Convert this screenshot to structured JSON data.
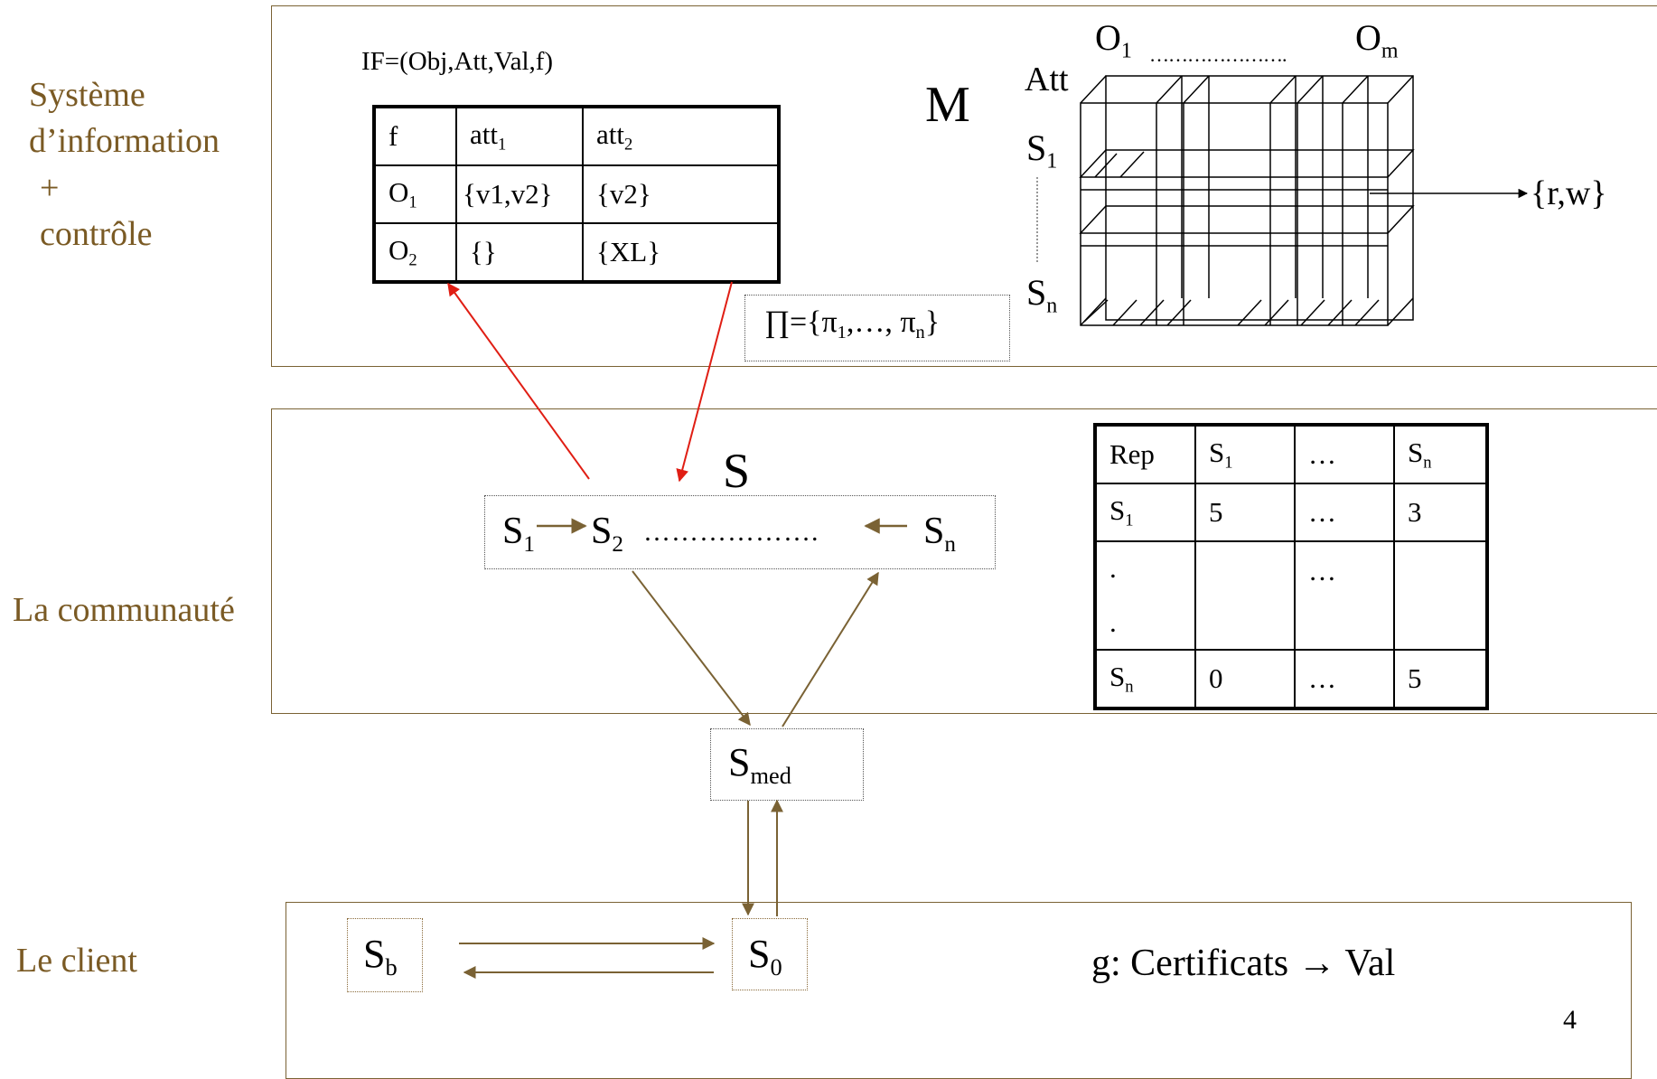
{
  "side_labels": {
    "system_line1": "Système",
    "system_line2": "d’information",
    "system_line3": "+",
    "system_line4": "contrôle",
    "community": "La communauté",
    "client": "Le client"
  },
  "info_system": {
    "if_label": "IF=(Obj,Att,Val,f)",
    "table_headers": [
      "f",
      "att",
      "att"
    ],
    "header_subs": [
      "",
      "1",
      "2"
    ],
    "rows": [
      {
        "obj": "O",
        "obj_sub": "1",
        "c1": "{v1,v2}",
        "c2": "{v2}"
      },
      {
        "obj": "O",
        "obj_sub": "2",
        "c1": "{}",
        "c2": "{XL}"
      }
    ],
    "m_label": "M",
    "att_label": "Att",
    "o1": "O",
    "o1_sub": "1",
    "om": "O",
    "om_sub": "m",
    "o_dots": "………………….",
    "s1": "S",
    "s1_sub": "1",
    "sn": "S",
    "sn_sub": "n",
    "rw_label": "{r,w}",
    "pi_main": "∏={π",
    "pi_sub1": "1",
    "pi_mid": ",…, π",
    "pi_sub2": "n",
    "pi_end": "}"
  },
  "community": {
    "s_label": "S",
    "s1": "S",
    "s1_sub": "1",
    "s2": "S",
    "s2_sub": "2",
    "dots": "……………….",
    "sn": "S",
    "sn_sub": "n",
    "rep_headers": [
      "Rep",
      "S",
      "…",
      "S"
    ],
    "rep_header_subs": [
      "",
      "1",
      "",
      "n"
    ],
    "rep_rows": [
      {
        "label": "S",
        "sub": "1",
        "c1": "5",
        "c2": "…",
        "c3": "3"
      },
      {
        "label": ".",
        "sub": "",
        "c1": "",
        "c2": "…",
        "c3": ""
      },
      {
        "label": ".",
        "sub": "",
        "c1": "",
        "c2": "",
        "c3": ""
      },
      {
        "label": "S",
        "sub": "n",
        "c1": "0",
        "c2": "…",
        "c3": "5"
      }
    ],
    "smed": "S",
    "smed_sub": "med"
  },
  "client": {
    "sb": "S",
    "sb_sub": "b",
    "s0": "S",
    "s0_sub": "0",
    "g_label": "g: Certificats → Val",
    "page_number": "4"
  },
  "colors": {
    "frame": "#7a6234",
    "side_text": "#7a5a24",
    "arrow_brown": "#7a6234",
    "arrow_red": "#e01e14"
  }
}
